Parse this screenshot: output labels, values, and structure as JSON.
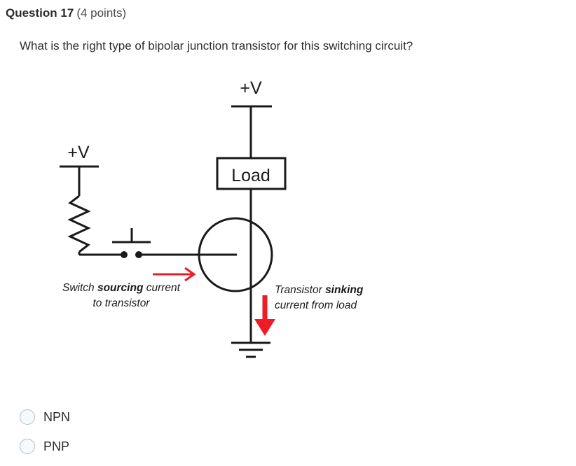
{
  "header": {
    "title": "Question 17",
    "points": "(4 points)"
  },
  "prompt": "What is the right type of bipolar junction transistor for this switching circuit?",
  "circuit": {
    "supply_label_left": "+V",
    "supply_label_top": "+V",
    "load_label": "Load",
    "annotation_left": {
      "line1_pre": "Switch ",
      "line1_bold": "sourcing",
      "line1_post": " current",
      "line2": "to transistor"
    },
    "annotation_right": {
      "line1_pre": "Transistor ",
      "line1_bold": "sinking",
      "line2": "current from load"
    },
    "arrow_color": "#ee1c25",
    "wire_color": "#1a1a1a"
  },
  "options": [
    {
      "label": "NPN",
      "selected": false
    },
    {
      "label": "PNP",
      "selected": false
    }
  ]
}
